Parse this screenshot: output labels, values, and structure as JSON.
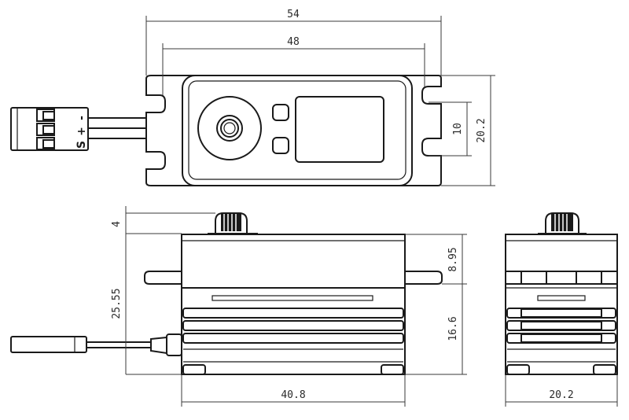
{
  "dimensions": {
    "top_overall_width": "54",
    "top_mount_spacing": "48",
    "top_body_width": "20.2",
    "top_slot_spacing": "10",
    "side_spline_height": "4",
    "side_total_height": "25.55",
    "side_upper_height": "8.95",
    "side_lower_height": "16.6",
    "side_body_length": "40.8",
    "end_body_width": "20.2"
  },
  "connector": {
    "signal_label": "S",
    "plus_label": "+",
    "minus_label": "-"
  }
}
